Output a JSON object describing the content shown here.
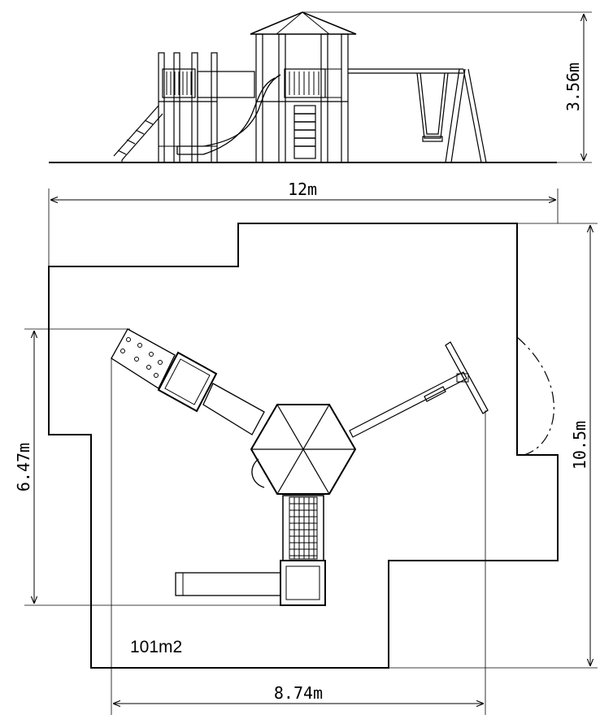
{
  "dimensions": {
    "height": "3.56m",
    "overall_width": "12m",
    "overall_depth": "10.5m",
    "inner_depth": "6.47m",
    "inner_width": "8.74m"
  },
  "area_label": "101m2"
}
